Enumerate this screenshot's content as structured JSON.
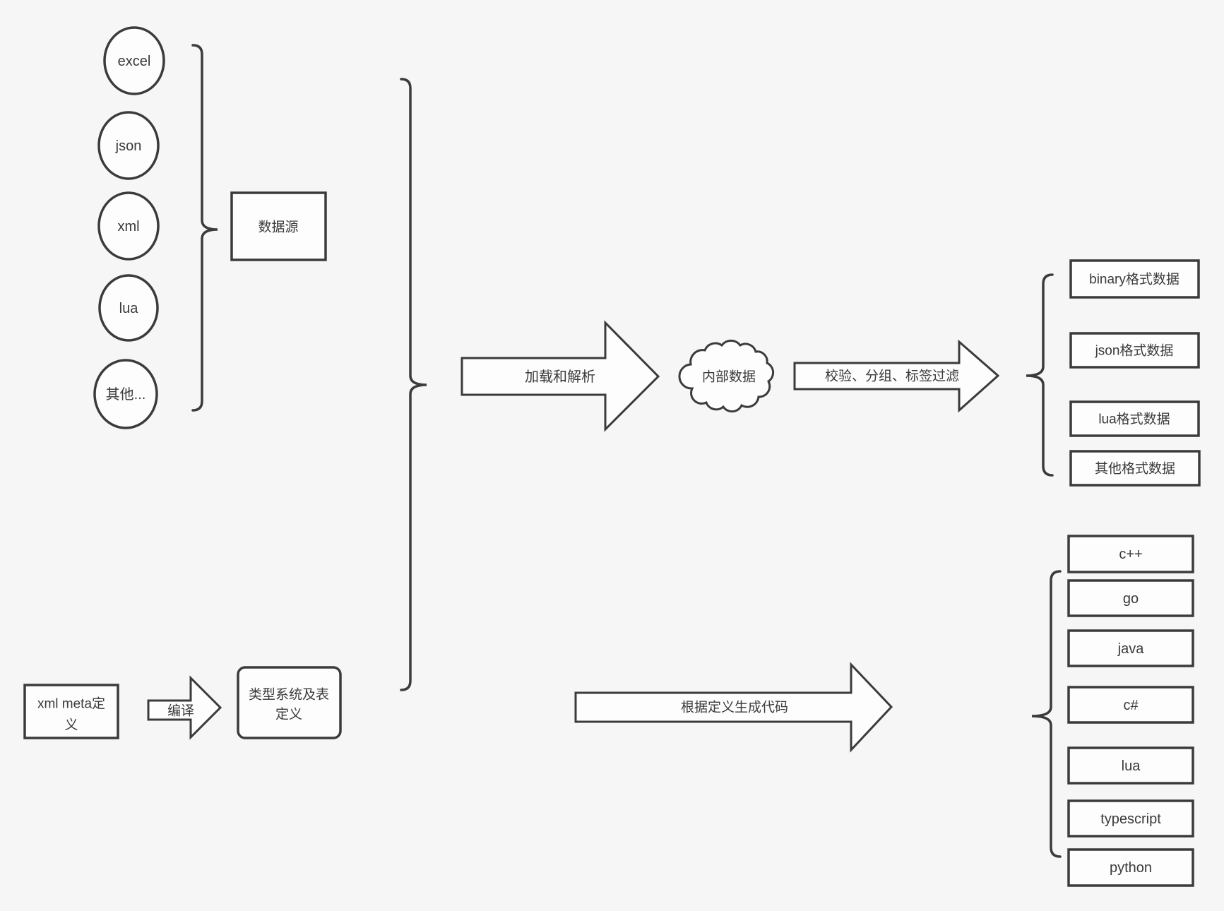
{
  "colors": {
    "background": "#f6f6f6",
    "stroke": "#3b3b3b",
    "shape_fill": "#fdfdfd",
    "text": "#3a3a3a"
  },
  "source_group": {
    "items": [
      "excel",
      "json",
      "xml",
      "lua",
      "其他..."
    ],
    "label": "数据源"
  },
  "pipeline": {
    "load_arrow_label": "加载和解析",
    "internal_data_label": "内部数据",
    "filter_arrow_label": "校验、分组、标签过滤",
    "compile_arrow_label": "编译",
    "generate_arrow_label": "根据定义生成代码"
  },
  "meta_definition": {
    "line1": "xml meta定",
    "line2": "义"
  },
  "type_system": {
    "line1": "类型系统及表",
    "line2": "定义"
  },
  "output_formats": {
    "items": [
      "binary格式数据",
      "json格式数据",
      "lua格式数据",
      "其他格式数据"
    ]
  },
  "languages": {
    "items": [
      "c++",
      "go",
      "java",
      "c#",
      "lua",
      "typescript",
      "python"
    ]
  }
}
